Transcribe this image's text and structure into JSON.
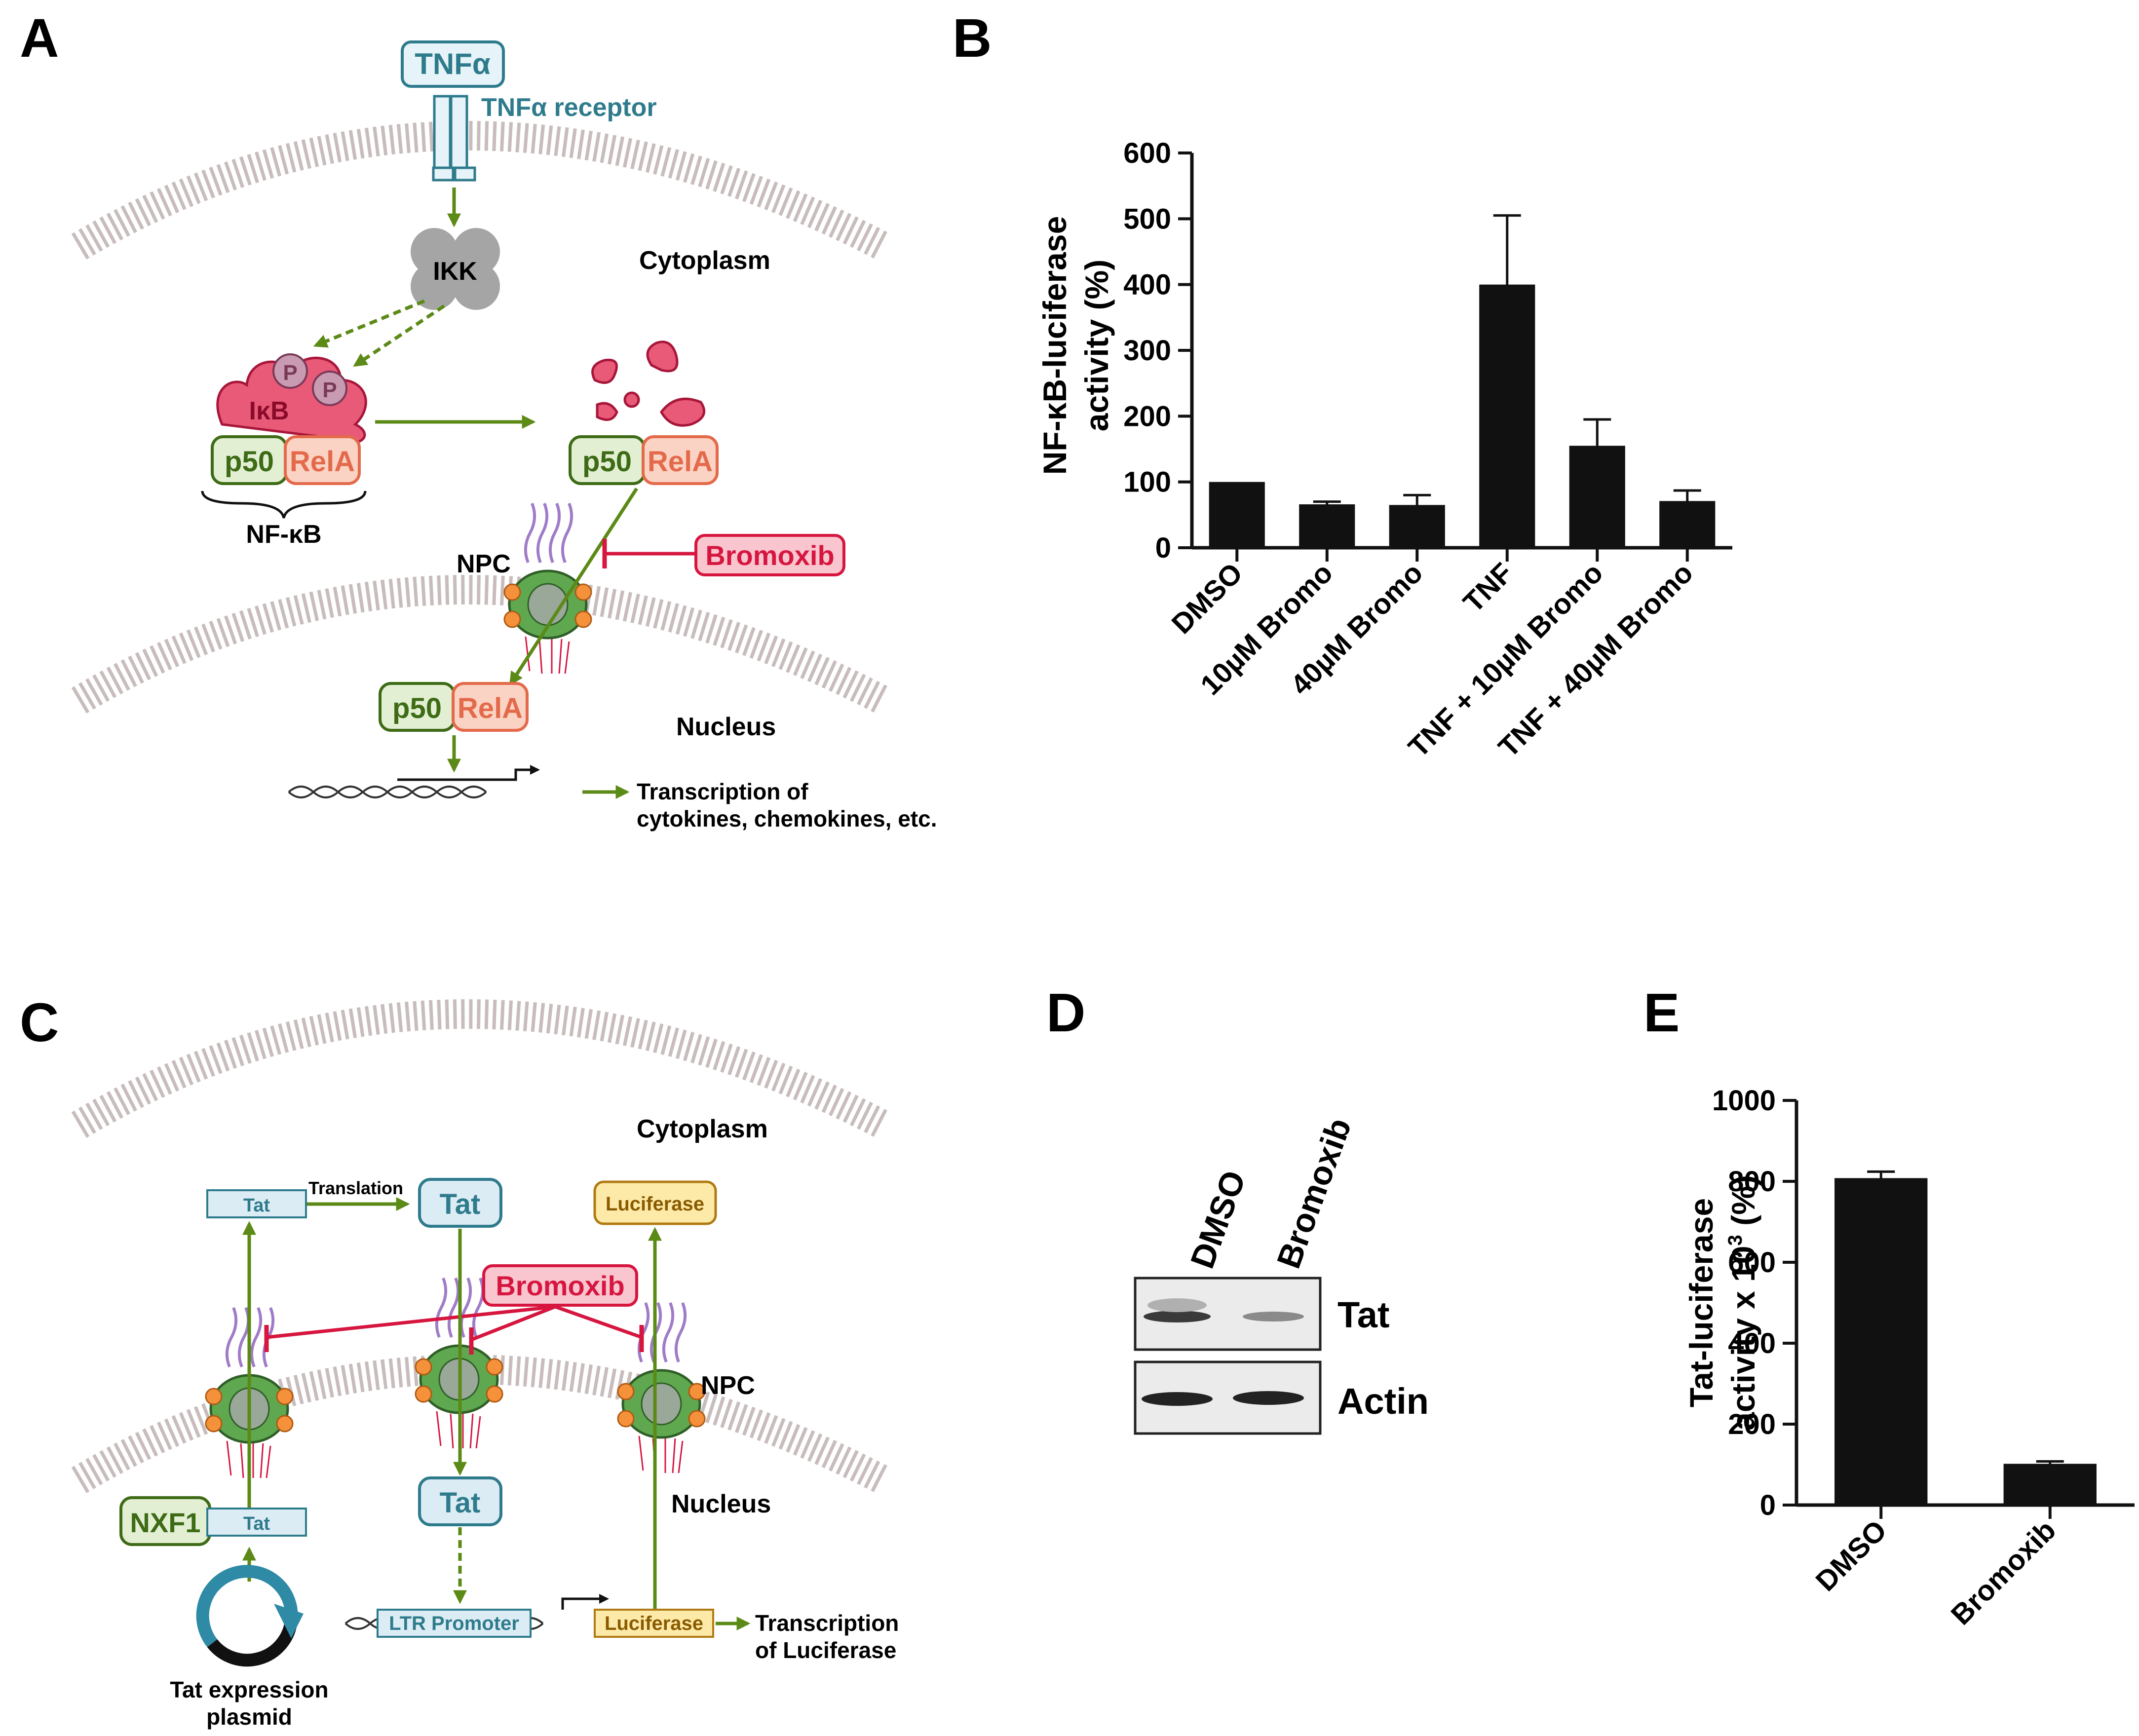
{
  "panel_labels": {
    "a": "A",
    "b": "B",
    "c": "C",
    "d": "D",
    "e": "E"
  },
  "panel_a": {
    "tnfa": "TNFα",
    "receptor": "TNFα receptor",
    "ikk": "IKK",
    "cytoplasm": "Cytoplasm",
    "ikb": "IκB",
    "phospho": "P",
    "p50": "p50",
    "rela": "RelA",
    "nfkb": "NF-κB",
    "npc": "NPC",
    "bromoxib": "Bromoxib",
    "nucleus": "Nucleus",
    "transcription_line1": "Transcription of",
    "transcription_line2": "cytokines, chemokines, etc."
  },
  "panel_c": {
    "cytoplasm": "Cytoplasm",
    "tat": "Tat",
    "translation": "Translation",
    "luciferase": "Luciferase",
    "bromoxib": "Bromoxib",
    "npc": "NPC",
    "nxf1": "NXF1",
    "nucleus": "Nucleus",
    "ltr": "LTR Promoter",
    "transcription_line1": "Transcription",
    "transcription_line2": "of Luciferase",
    "plasmid_line1": "Tat expression",
    "plasmid_line2": "plasmid"
  },
  "panel_d": {
    "lanes": [
      "DMSO",
      "Bromoxib"
    ],
    "rows": [
      "Tat",
      "Actin"
    ]
  },
  "colors": {
    "arrow_green": "#5c8a17",
    "inhibit_red": "#d6163f",
    "bar": "#111111",
    "membrane": "#c8bcbc",
    "teal": "#2e7b8c",
    "tat_fill": "#dcecf5",
    "luc_fill": "#fde9a8",
    "p50_fill": "#e3efd3",
    "rela_fill": "#fbd3c4",
    "ikb_fill": "#e95a78",
    "npc_green": "#5fa84f",
    "npc_orange": "#f4913a"
  },
  "chart_data": [
    {
      "type": "bar",
      "categories": [
        "DMSO",
        "10µM Bromo",
        "40µM Bromo",
        "TNF",
        "TNF + 10µM Bromo",
        "TNF + 40µM Bromo"
      ],
      "values": [
        100,
        66,
        65,
        400,
        155,
        71
      ],
      "errors": [
        0,
        4,
        15,
        105,
        40,
        16
      ],
      "ylabel_line1": "NF-κB-luciferase",
      "ylabel_line2": "activity (%)",
      "ylim": [
        0,
        600
      ],
      "yticks": [
        0,
        100,
        200,
        300,
        400,
        500,
        600
      ]
    },
    {
      "type": "bar",
      "categories": [
        "DMSO",
        "Bromoxib"
      ],
      "values": [
        808,
        102
      ],
      "errors": [
        16,
        6
      ],
      "ylabel_line1": "Tat-luciferase",
      "ylabel_line2_pre": "activity x 10",
      "ylabel_line2_sup": "3",
      "ylabel_line2_post": " (%)",
      "ylim": [
        0,
        1000
      ],
      "yticks": [
        0,
        200,
        400,
        600,
        800,
        1000
      ]
    }
  ]
}
